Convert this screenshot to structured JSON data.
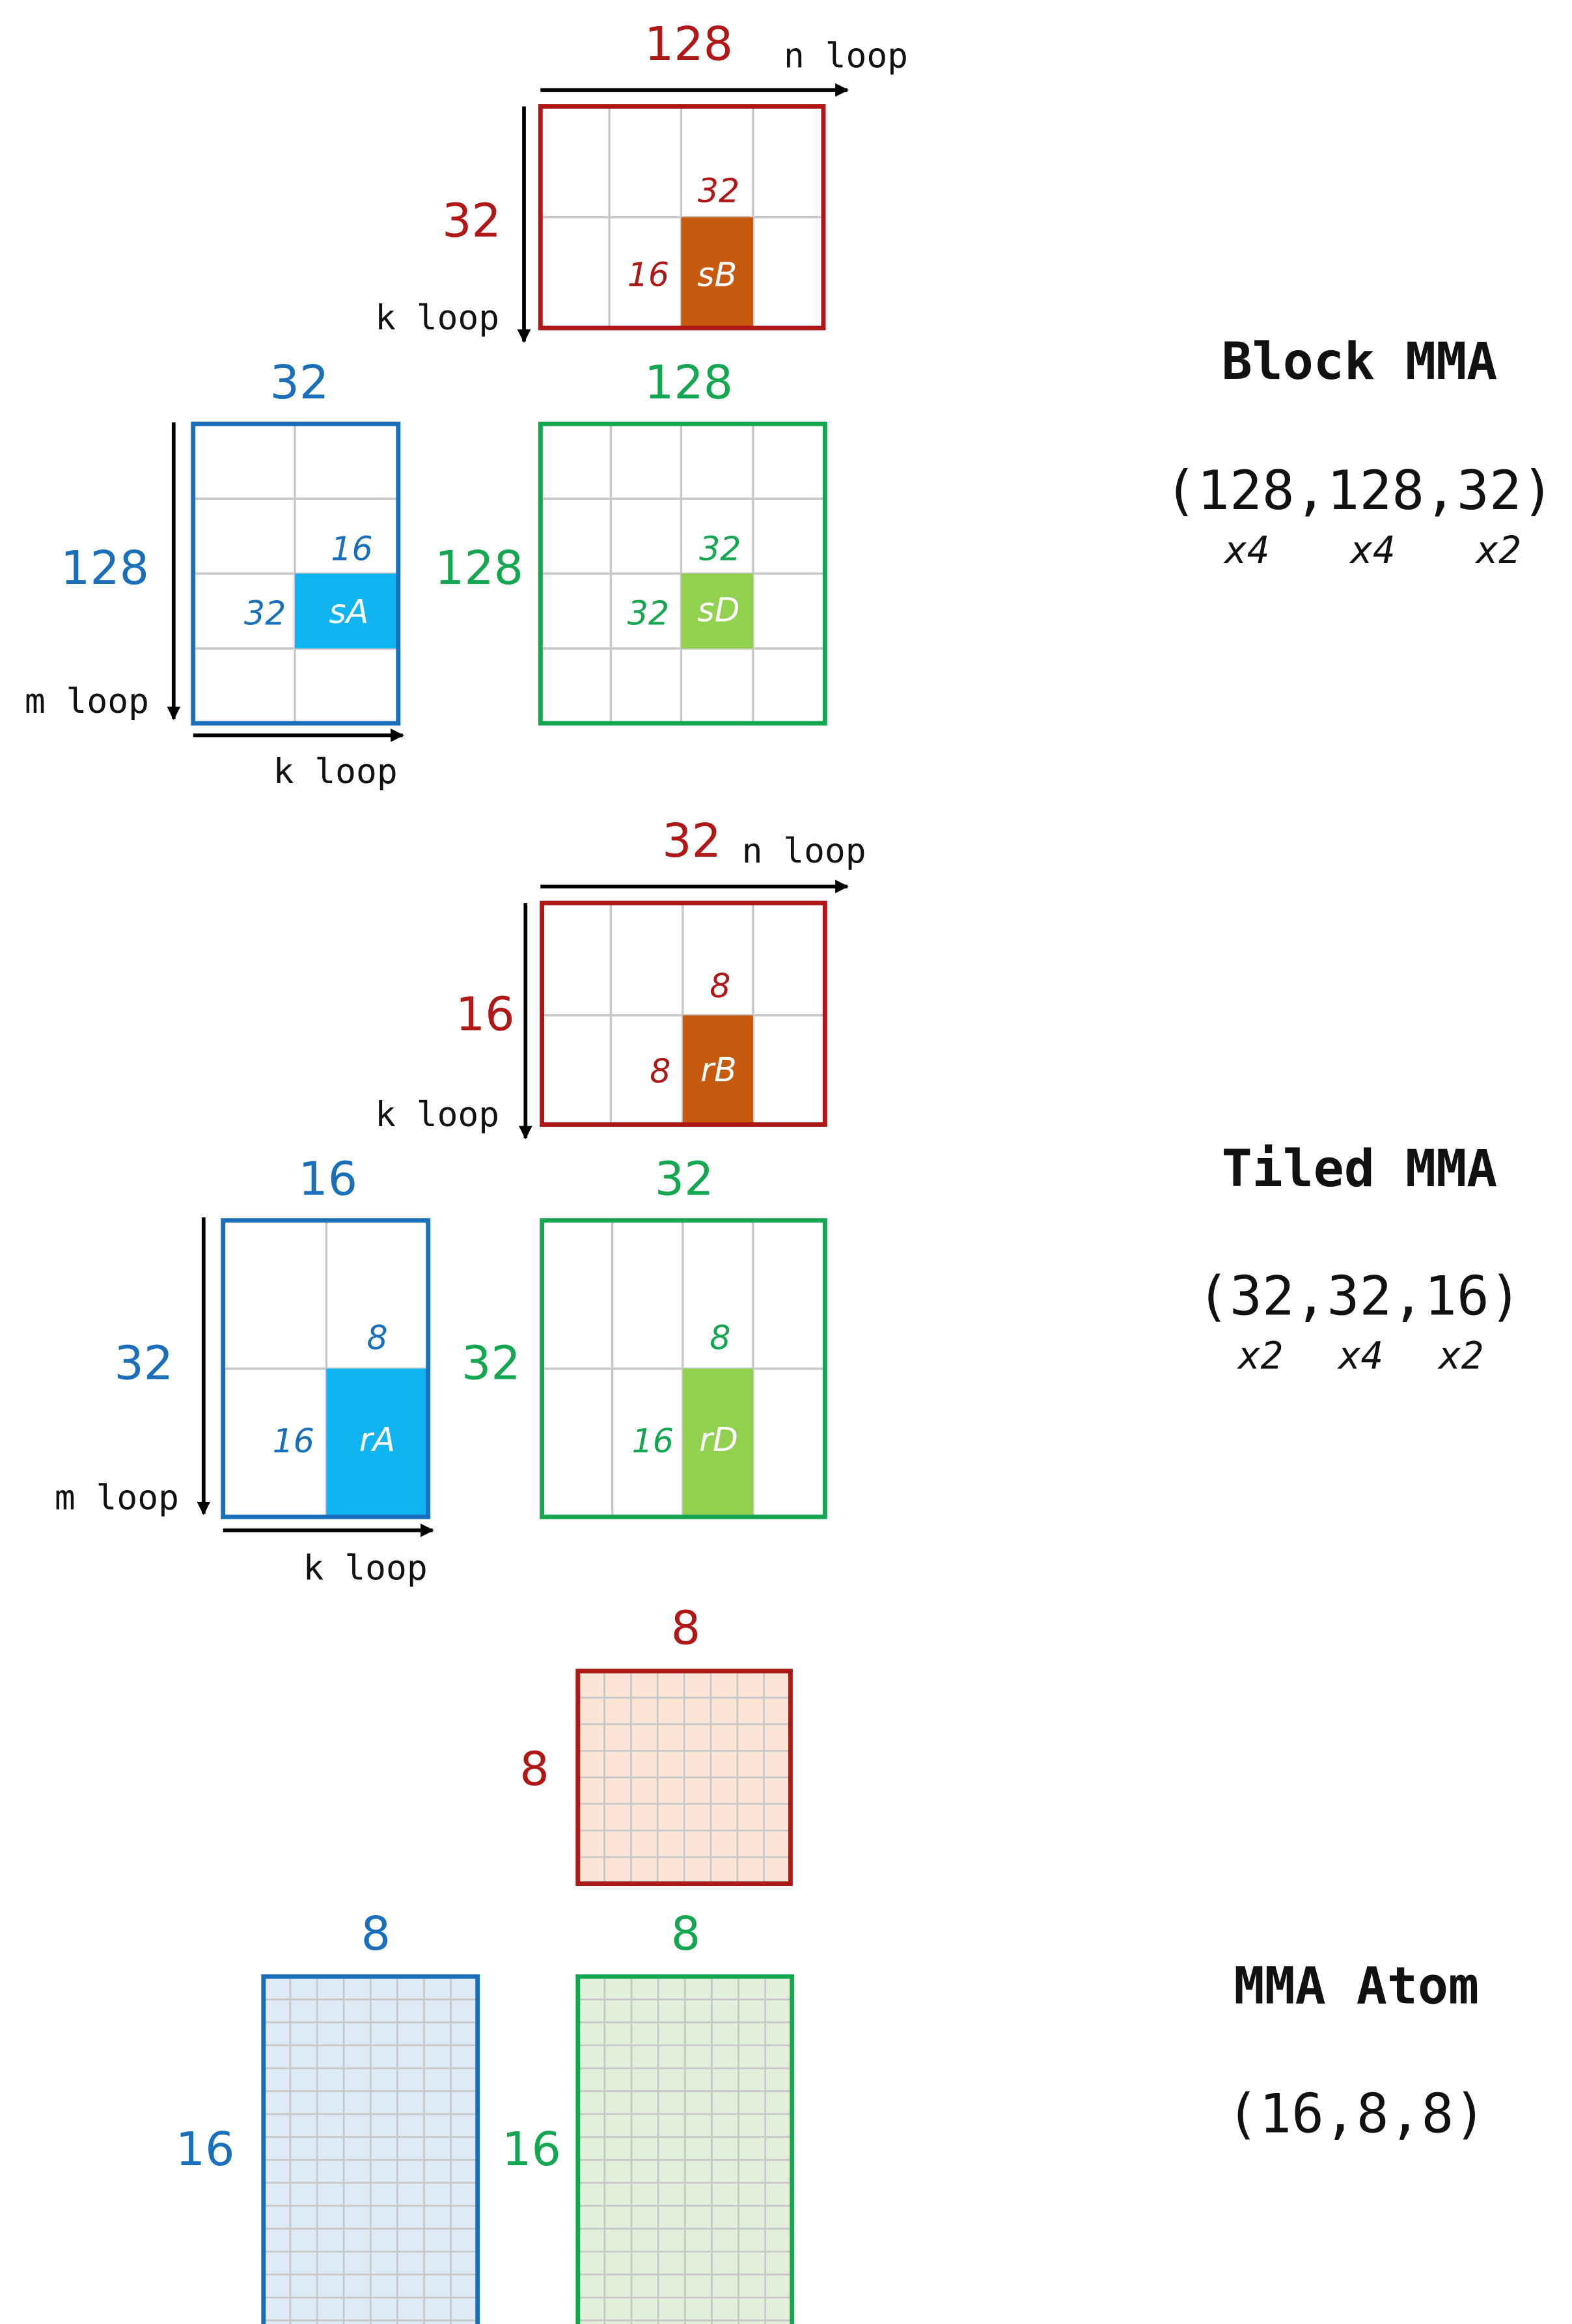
{
  "colors": {
    "red": "#B01717",
    "blue": "#1A6FBA",
    "green": "#14A650",
    "grid": "#C8C8C8",
    "sB_fill": "#C85A10",
    "sA_fill": "#0FB4F0",
    "sD_fill": "#92D050",
    "atomB_fill": "#FBE5D6",
    "atomA_fill": "#DEEBF7",
    "atomD_fill": "#E2EFDA",
    "arrow": "#000000",
    "text_dark": "#111111"
  },
  "block": {
    "B_n": "128",
    "B_k": "32",
    "B_tile_n": "32",
    "B_tile_k": "16",
    "B_tile_label": "sB",
    "n_loop": "n loop",
    "k_loop_B": "k loop",
    "A_k": "32",
    "A_m": "128",
    "A_tile_k": "16",
    "A_tile_m": "32",
    "A_tile_label": "sA",
    "m_loop": "m loop",
    "k_loop_A": "k loop",
    "D_n": "128",
    "D_m": "128",
    "D_tile_n": "32",
    "D_tile_m": "32",
    "D_tile_label": "sD",
    "title": "Block MMA",
    "shape": "(128,128,32)",
    "mult": [
      "x4",
      "x4",
      "x2"
    ]
  },
  "tiled": {
    "B_n": "32",
    "B_k": "16",
    "B_tile_n": "8",
    "B_tile_k": "8",
    "B_tile_label": "rB",
    "n_loop": "n loop",
    "k_loop_B": "k loop",
    "A_k": "16",
    "A_m": "32",
    "A_tile_k": "8",
    "A_tile_m": "16",
    "A_tile_label": "rA",
    "m_loop": "m loop",
    "k_loop_A": "k loop",
    "D_n": "32",
    "D_m": "32",
    "D_tile_n": "8",
    "D_tile_m": "16",
    "D_tile_label": "rD",
    "title": "Tiled MMA",
    "shape": "(32,32,16)",
    "mult": [
      "x2",
      "x4",
      "x2"
    ]
  },
  "atom": {
    "B_n": "8",
    "B_k": "8",
    "A_k": "8",
    "A_m": "16",
    "D_n": "8",
    "D_m": "16",
    "title": "MMA Atom",
    "shape": "(16,8,8)"
  }
}
